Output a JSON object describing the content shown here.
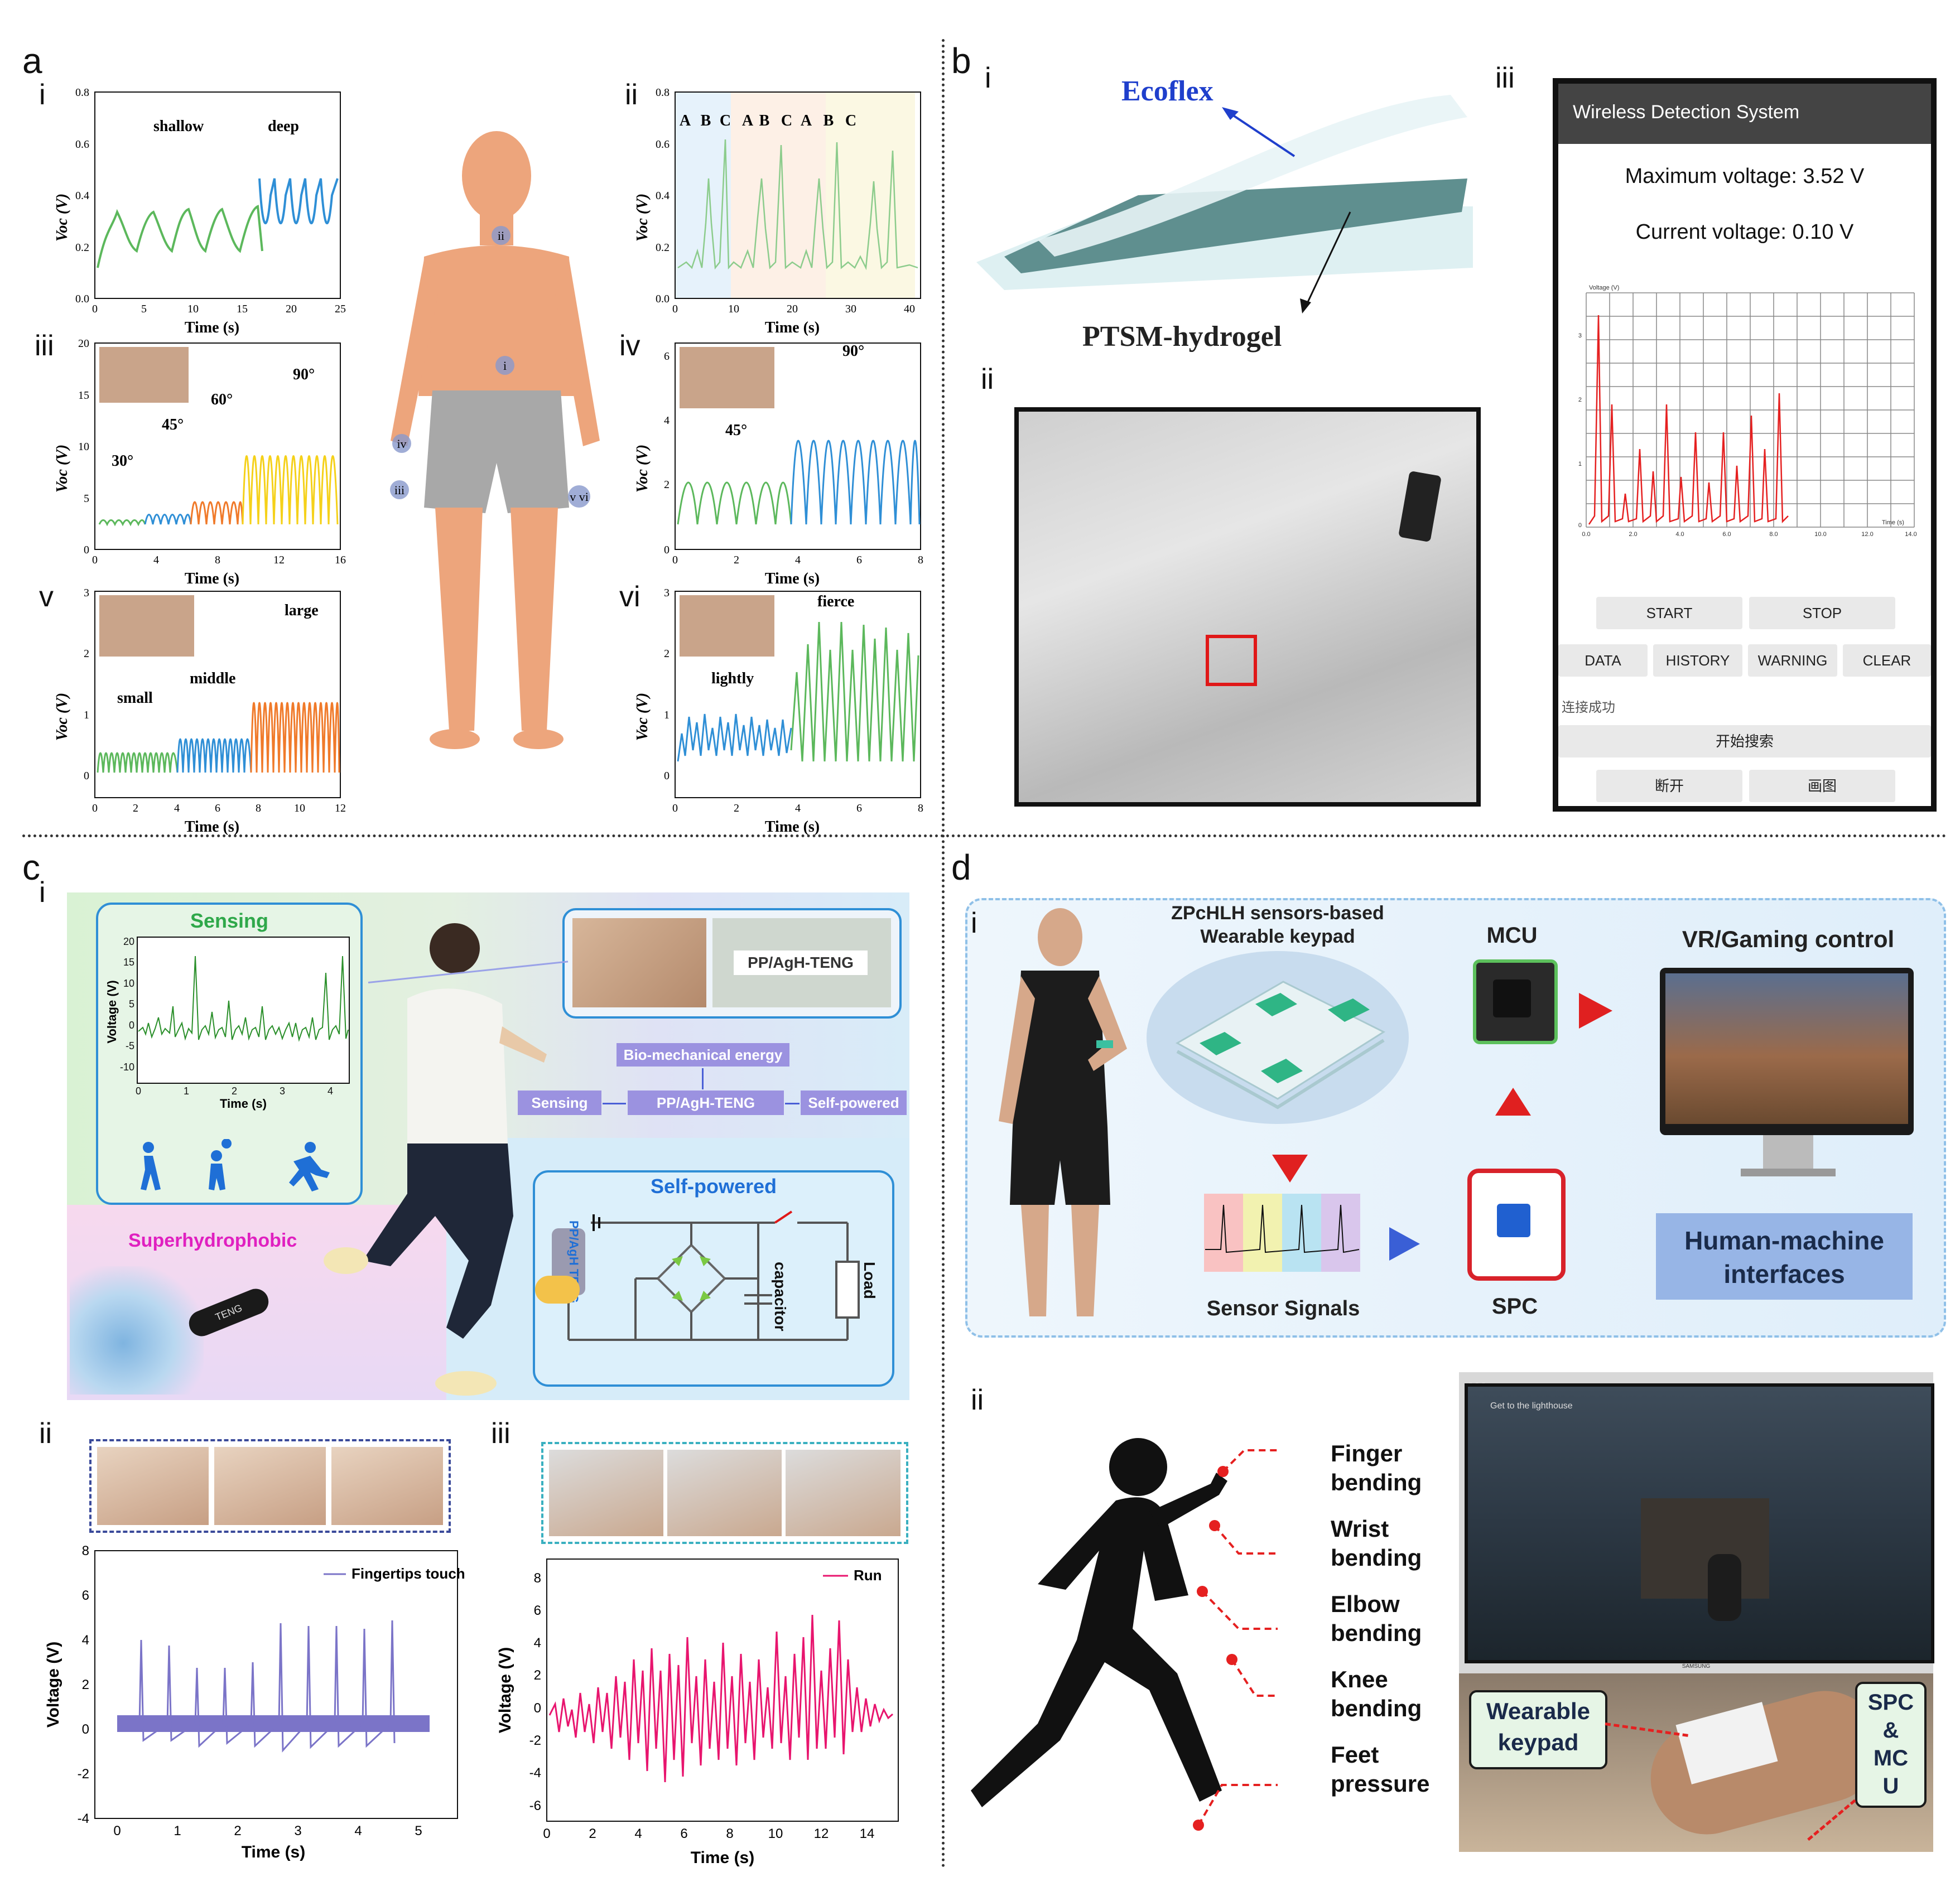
{
  "labels": {
    "a": "a",
    "b": "b",
    "c": "c",
    "d": "d",
    "i": "i",
    "ii": "ii",
    "iii": "iii",
    "iv": "iv",
    "v": "v",
    "vi": "vi"
  },
  "a": {
    "time_axis": "Time (s)",
    "voc_axis": "Voc (V)",
    "p_i": {
      "ann": [
        "shallow",
        "deep"
      ],
      "x_ticks": [
        "0",
        "5",
        "10",
        "15",
        "20",
        "25"
      ],
      "y_ticks": [
        "0.0",
        "0.2",
        "0.4",
        "0.6",
        "0.8"
      ]
    },
    "p_ii": {
      "ann": [
        "A",
        "B",
        "C",
        "A",
        "B",
        "C",
        "A",
        "B",
        "C"
      ],
      "x_ticks": [
        "0",
        "10",
        "20",
        "30",
        "40"
      ],
      "y_ticks": [
        "0.0",
        "0.2",
        "0.4",
        "0.6",
        "0.8"
      ]
    },
    "p_iii": {
      "ann": [
        "30°",
        "45°",
        "60°",
        "90°"
      ],
      "x_ticks": [
        "0",
        "4",
        "8",
        "12",
        "16"
      ],
      "y_ticks": [
        "0",
        "5",
        "10",
        "15",
        "20"
      ]
    },
    "p_iv": {
      "ann": [
        "45°",
        "90°"
      ],
      "x_ticks": [
        "0",
        "2",
        "4",
        "6",
        "8"
      ],
      "y_ticks": [
        "0",
        "2",
        "4",
        "6"
      ]
    },
    "p_v": {
      "ann": [
        "small",
        "middle",
        "large"
      ],
      "x_ticks": [
        "0",
        "2",
        "4",
        "6",
        "8",
        "10",
        "12"
      ],
      "y_ticks": [
        "0",
        "1",
        "2",
        "3"
      ]
    },
    "p_vi": {
      "ann": [
        "lightly",
        "fierce"
      ],
      "x_ticks": [
        "0",
        "2",
        "4",
        "6",
        "8"
      ],
      "y_ticks": [
        "0",
        "1",
        "2",
        "3"
      ]
    },
    "body_markers": [
      "ii",
      "i",
      "iv",
      "iii",
      "v vi"
    ]
  },
  "b": {
    "ecoflex": "Ecoflex",
    "hydrogel": "PTSM-hydrogel",
    "app": {
      "title": "Wireless Detection System",
      "max_voltage": "Maximum voltage: 3.52 V",
      "current_voltage": "Current voltage: 0.10 V",
      "chart_ylabel": "Voltage (V)",
      "chart_xlabel": "Time (s)",
      "chart_y_ticks": [
        "3",
        "2",
        "1",
        "0"
      ],
      "chart_x_ticks": [
        "0.0",
        "2.0",
        "4.0",
        "6.0",
        "8.0",
        "10.0",
        "12.0",
        "14.0"
      ],
      "buttons_row1": [
        "START",
        "STOP"
      ],
      "buttons_row2": [
        "DATA",
        "HISTORY",
        "WARNING",
        "CLEAR"
      ],
      "status": "连接成功",
      "search_button": "开始搜索",
      "buttons_row3": [
        "断开",
        "画图"
      ]
    }
  },
  "c": {
    "sensing_title": "Sensing",
    "sensing_ylabel": "Voltage (V)",
    "sensing_xlabel": "Time (s)",
    "sensing_y_ticks": [
      "20",
      "15",
      "10",
      "5",
      "0",
      "-5",
      "-10"
    ],
    "sensing_x_ticks": [
      "0",
      "1",
      "2",
      "3",
      "4"
    ],
    "device_label": "PP/AgH-TENG",
    "flow_top": "Bio-mechanical energy",
    "flow_mid": "PP/AgH-TENG",
    "flow_left": "Sensing",
    "flow_right": "Self-powered",
    "superhydrophobic": "Superhydrophobic",
    "band_text": "TENG",
    "selfpowered_title": "Self-powered",
    "circuit_teng": "PP/AgH TENG",
    "capacitor": "capacitor",
    "load": "Load",
    "ii": {
      "legend": "Fingertips touch",
      "ylabel": "Voltage (V)",
      "xlabel": "Time (s)",
      "y_ticks": [
        "8",
        "6",
        "4",
        "2",
        "0",
        "-2",
        "-4"
      ],
      "x_ticks": [
        "0",
        "1",
        "2",
        "3",
        "4",
        "5"
      ]
    },
    "iii": {
      "legend": "Run",
      "ylabel": "Voltage (V)",
      "xlabel": "Time (s)",
      "y_ticks": [
        "8",
        "6",
        "4",
        "2",
        "0",
        "-2",
        "-4",
        "-6"
      ],
      "x_ticks": [
        "0",
        "2",
        "4",
        "6",
        "8",
        "10",
        "12",
        "14"
      ]
    }
  },
  "d": {
    "keypad_title_1": "ZPcHLH sensors-based",
    "keypad_title_2": "Wearable keypad",
    "mcu": "MCU",
    "vr": "VR/Gaming control",
    "sensor_signals": "Sensor Signals",
    "spc": "SPC",
    "hmi_1": "Human-machine",
    "hmi_2": "interfaces",
    "body_labels": [
      [
        "Finger",
        "bending"
      ],
      [
        "Wrist",
        "bending"
      ],
      [
        "Elbow",
        "bending"
      ],
      [
        "Knee",
        "bending"
      ],
      [
        "Feet",
        "pressure"
      ]
    ],
    "game_text": "Get to the lighthouse",
    "monitor_brand": "SAMSUNG",
    "wearable_keypad": [
      "Wearable",
      "keypad"
    ],
    "spc_mcu": [
      "SPC",
      "&",
      "MC",
      "U"
    ]
  },
  "colors": {
    "green": "#4caf50",
    "blue": "#2f8fd6",
    "orange": "#f07a2a",
    "yellow": "#f5d11a",
    "red": "#e52020",
    "purple": "#6a62c0",
    "pink": "#e8156e"
  }
}
